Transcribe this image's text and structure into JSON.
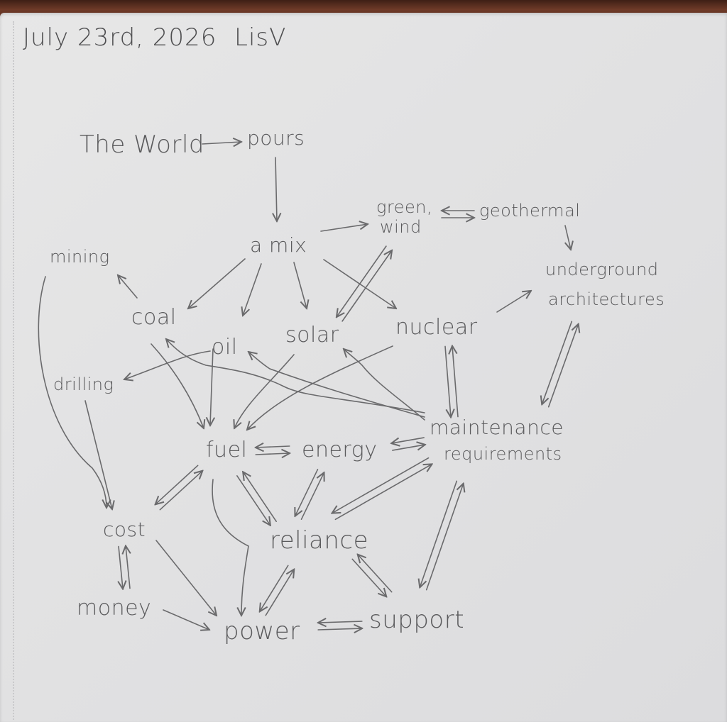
{
  "header": {
    "date": "July 23rd, 2026",
    "author": "LisV"
  },
  "nodes": {
    "the_world": "The World",
    "pours": "pours",
    "a_mix": "a mix",
    "green_wind_line1": "green,",
    "green_wind_line2": "wind",
    "geothermal": "geothermal",
    "underground_line1": "underground",
    "underground_line2": "architectures",
    "mining": "mining",
    "coal": "coal",
    "oil": "oil",
    "solar": "solar",
    "nuclear": "nuclear",
    "drilling": "drilling",
    "fuel": "fuel",
    "energy": "energy",
    "maintenance_line1": "maintenance",
    "maintenance_line2": "requirements",
    "cost": "cost",
    "reliance": "reliance",
    "money": "money",
    "power": "power",
    "support": "support"
  },
  "style": {
    "ink_color": "#5a5a5c",
    "paper_color": "#e4e4e5",
    "desk_color": "#6b3a2a"
  }
}
